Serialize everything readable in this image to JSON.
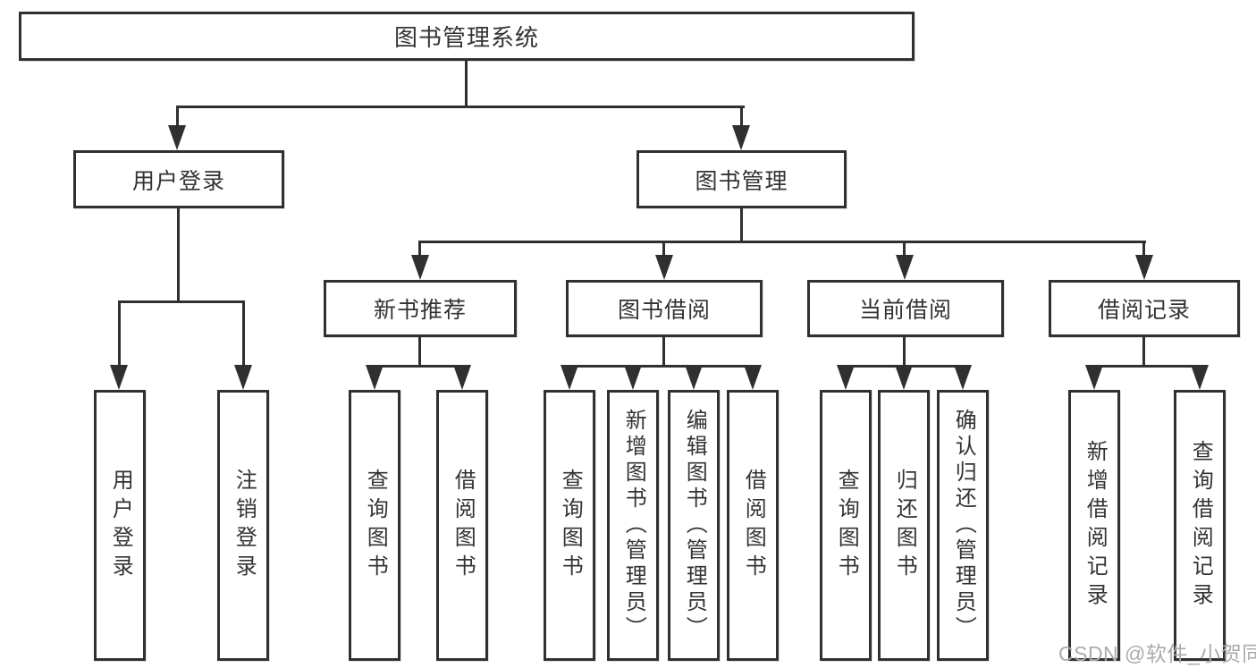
{
  "diagram": {
    "root": {
      "label": "图书管理系统"
    },
    "level2": {
      "user_login": {
        "label": "用户登录"
      },
      "book_management": {
        "label": "图书管理"
      }
    },
    "level3": {
      "new_book_recommend": {
        "label": "新书推荐"
      },
      "book_borrowing": {
        "label": "图书借阅"
      },
      "current_borrowing": {
        "label": "当前借阅"
      },
      "borrowing_records": {
        "label": "借阅记录"
      }
    },
    "leaves": {
      "user_login": {
        "label": "用户登录"
      },
      "logout": {
        "label": "注销登录"
      },
      "recommend_query_books": {
        "label": "查询图书"
      },
      "recommend_borrow_books": {
        "label": "借阅图书"
      },
      "borrowing_query_books": {
        "label": "查询图书"
      },
      "borrowing_add_books_admin": {
        "label": "新增图书（管理员）"
      },
      "borrowing_edit_books_admin": {
        "label": "编辑图书（管理员）"
      },
      "borrowing_borrow_books": {
        "label": "借阅图书"
      },
      "current_query_books": {
        "label": "查询图书"
      },
      "current_return_books": {
        "label": "归还图书"
      },
      "current_confirm_return_admin": {
        "label": "确认归还（管理员）"
      },
      "records_add_record": {
        "label": "新增借阅记录"
      },
      "records_query_record": {
        "label": "查询借阅记录"
      }
    },
    "colors": {
      "line": "#303030",
      "text": "#333333",
      "box_background": "#ffffff",
      "watermark": "#ababab"
    }
  },
  "watermark": {
    "label": "CSDN @软件_小贺同学"
  }
}
